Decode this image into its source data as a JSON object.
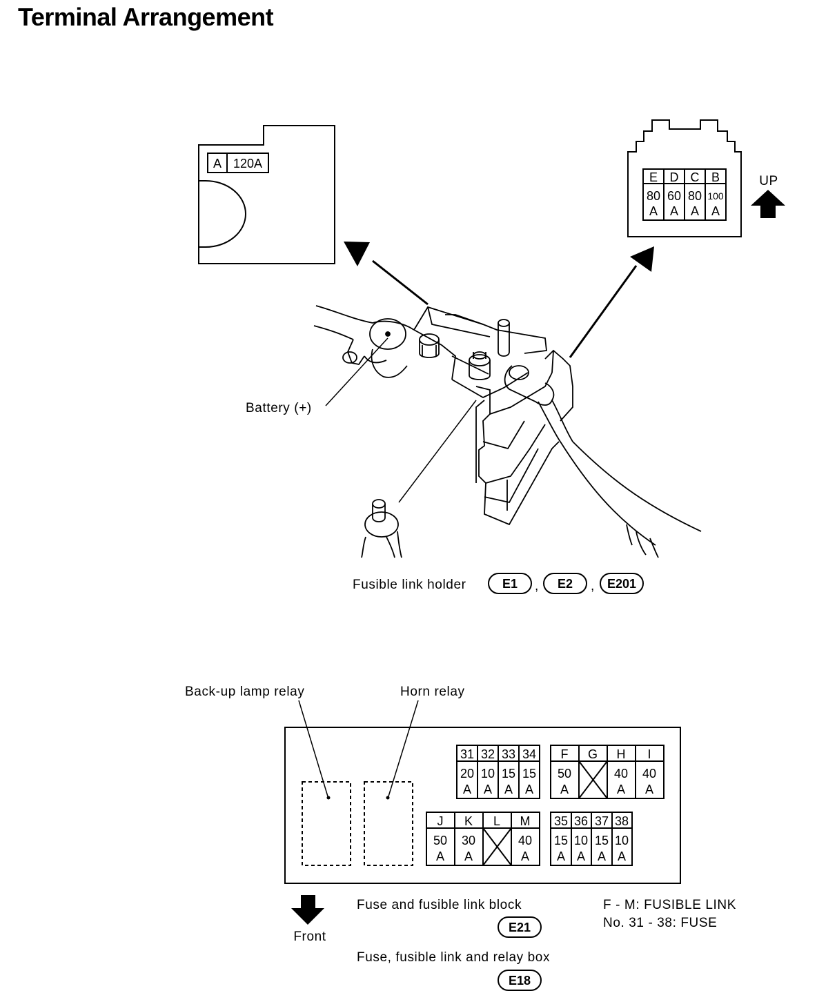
{
  "title": "Terminal Arrangement",
  "top_left_box": {
    "letter": "A",
    "rating": "120A"
  },
  "top_right_box": {
    "letters": [
      "E",
      "D",
      "C",
      "B"
    ],
    "values": [
      "80",
      "60",
      "80",
      "100"
    ],
    "unit": "A",
    "up_label": "UP"
  },
  "battery_label": "Battery (+)",
  "fusible_holder": {
    "label": "Fusible link holder",
    "connectors": [
      "E1",
      "E2",
      "E201"
    ],
    "separator": ","
  },
  "relays": {
    "backup": "Back-up lamp relay",
    "horn": "Horn relay"
  },
  "fuse_grid_1": {
    "headers": [
      "31",
      "32",
      "33",
      "34"
    ],
    "values": [
      "20",
      "10",
      "15",
      "15"
    ],
    "unit": "A"
  },
  "fuse_grid_2": {
    "headers": [
      "F",
      "G",
      "H",
      "I"
    ],
    "values": [
      "50",
      "",
      "40",
      "40"
    ],
    "unit": "A"
  },
  "fuse_grid_3": {
    "headers": [
      "J",
      "K",
      "L",
      "M"
    ],
    "values": [
      "50",
      "30",
      "",
      "40"
    ],
    "unit": "A"
  },
  "fuse_grid_4": {
    "headers": [
      "35",
      "36",
      "37",
      "38"
    ],
    "values": [
      "15",
      "10",
      "15",
      "10"
    ],
    "unit": "A"
  },
  "front_label": "Front",
  "block_label": "Fuse and fusible link block",
  "block_connector": "E21",
  "box_label": "Fuse, fusible link and relay box",
  "box_connector": "E18",
  "legend": [
    "F - M: FUSIBLE LINK",
    "No. 31 - 38: FUSE"
  ]
}
